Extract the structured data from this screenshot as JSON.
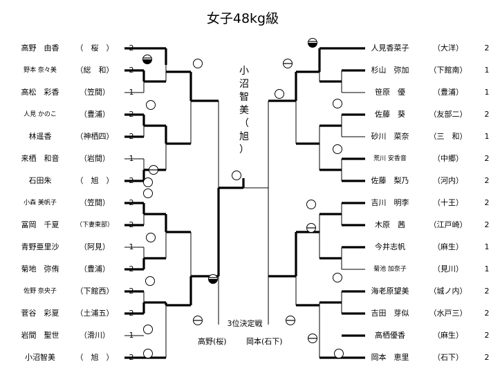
{
  "title": "女子48kg級",
  "champion": [
    "小",
    "沼",
    "智",
    "美",
    "（",
    "旭",
    "）"
  ],
  "third_place": {
    "label": "3位決定戦",
    "left": "高野(桜)",
    "right": "岡本(石下)"
  },
  "left_players": [
    {
      "name": "高野　由香",
      "school": "（　桜　）",
      "score": "2"
    },
    {
      "name": "野本 奈々美",
      "school": "（総　和）",
      "score": "2",
      "small": true
    },
    {
      "name": "高松　彩香",
      "school": "（笠間）",
      "score": "1"
    },
    {
      "name": "人見 かのこ",
      "school": "（豊浦）",
      "score": "2",
      "small": true
    },
    {
      "name": "林遥香",
      "school": "（神栖四）",
      "score": "2"
    },
    {
      "name": "来栖　和音",
      "school": "（岩間）",
      "score": "1"
    },
    {
      "name": "石田朱",
      "school": "（　旭　）",
      "score": "2"
    },
    {
      "name": "小森 美帆子",
      "school": "（笠間）",
      "score": "2",
      "small": true
    },
    {
      "name": "冨岡　千夏",
      "school": "（下妻東部）",
      "score": "2",
      "schoolSmall": true
    },
    {
      "name": "青野亜里沙",
      "school": "（阿見）",
      "score": "1"
    },
    {
      "name": "菊地　弥侑",
      "school": "（豊浦）",
      "score": "2"
    },
    {
      "name": "佐野 奈央子",
      "school": "（下館西）",
      "score": "2",
      "small": true
    },
    {
      "name": "菅谷　彩夏",
      "school": "（土浦五）",
      "score": "2"
    },
    {
      "name": "岩間　聖世",
      "school": "（滑川）",
      "score": "1"
    },
    {
      "name": "小沼智美",
      "school": "（　旭　）",
      "score": "2"
    }
  ],
  "right_players": [
    {
      "name": "人見香菜子",
      "school": "（大洋）",
      "score": "2"
    },
    {
      "name": "杉山　弥加",
      "school": "（下館南）",
      "score": "1"
    },
    {
      "name": "笹原　優",
      "school": "（豊浦）",
      "score": "1"
    },
    {
      "name": "佐藤　葵",
      "school": "（友部二）",
      "score": "2"
    },
    {
      "name": "砂川　菜奈",
      "school": "（三　和）",
      "score": "1"
    },
    {
      "name": "荒川 安香音",
      "school": "（中郷）",
      "score": "2",
      "small": true
    },
    {
      "name": "佐藤　梨乃",
      "school": "（河内）",
      "score": "2"
    },
    {
      "name": "吉川　明李",
      "school": "（十王）",
      "score": "2"
    },
    {
      "name": "木原　茜",
      "school": "（江戸崎）",
      "score": "2"
    },
    {
      "name": "今井志帆",
      "school": "（麻生）",
      "score": "1"
    },
    {
      "name": "菊池 加奈子",
      "school": "（見川）",
      "score": "1",
      "small": true
    },
    {
      "name": "海老原望美",
      "school": "（城ノ内）",
      "score": "2"
    },
    {
      "name": "吉田　芽似",
      "school": "（水戸三）",
      "score": "2"
    },
    {
      "name": "高栖優香",
      "school": "（麻生）",
      "score": "2"
    },
    {
      "name": "岡本　恵里",
      "school": "（石下）",
      "score": "2"
    }
  ]
}
